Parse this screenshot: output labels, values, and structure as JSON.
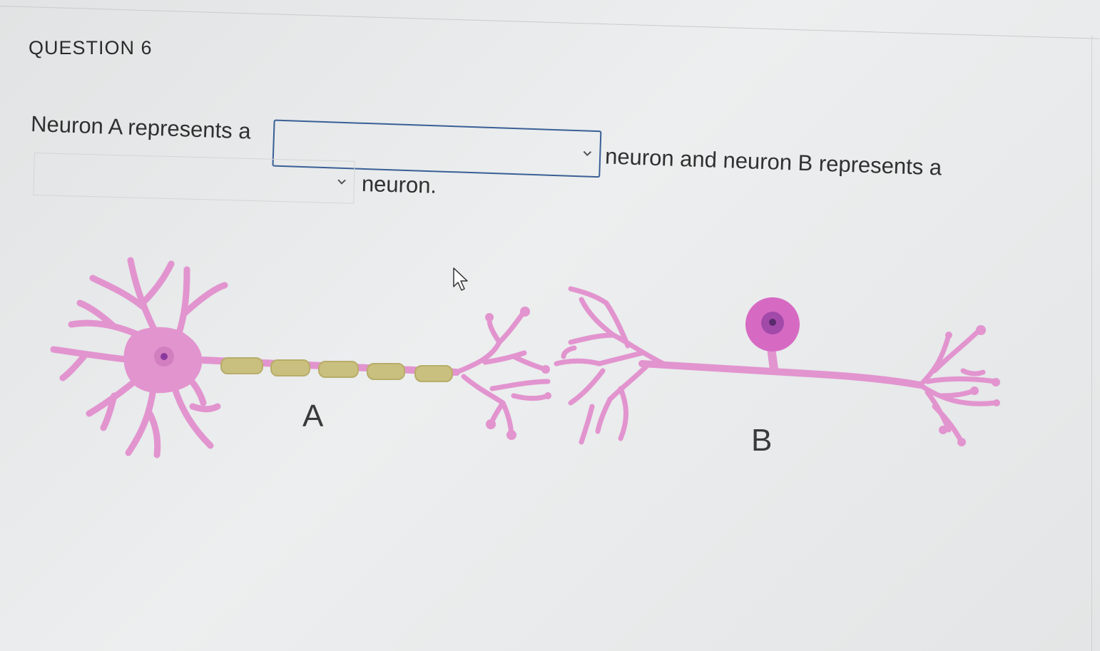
{
  "question": {
    "title": "QUESTION 6",
    "text_before_1": "Neuron A represents a",
    "text_after_1": "neuron and neuron B represents a",
    "text_after_2": "neuron.",
    "dropdown_1_value": "",
    "dropdown_2_value": ""
  },
  "diagram": {
    "label_a": "A",
    "label_b": "B"
  },
  "colors": {
    "neuron_pink": "#e294cf",
    "soma_magenta": "#c55ab8",
    "nucleus_purple": "#8a3a9e",
    "myelin_yellow": "#c9bf7e",
    "focus_border": "#3a5f96"
  }
}
